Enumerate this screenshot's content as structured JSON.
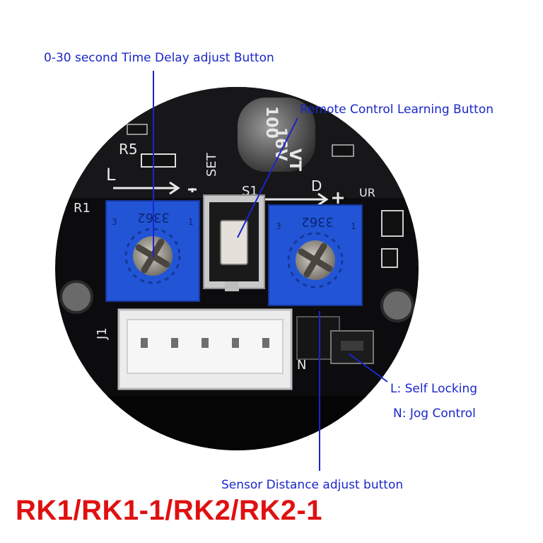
{
  "labels": {
    "time_delay": "0-30 second Time Delay adjust Button",
    "remote_learning": "Remote Control Learning Button",
    "self_locking": "L: Self Locking",
    "jog_control": "N: Jog Control",
    "sensor_distance": "Sensor Distance adjust button"
  },
  "model": "RK1/RK1-1/RK2/RK2-1",
  "board_silkscreen": {
    "capacitor_top": "100",
    "capacitor_mid": "16V",
    "capacitor_bottom": "VT",
    "set": "SET",
    "s1": "S1",
    "r1": "R1",
    "j1": "J1",
    "r5": "R5",
    "ur": "UR",
    "l_mark": "L",
    "d_mark": "D",
    "n_mark": "N",
    "pot_code": "3362",
    "pot_pin3": "3",
    "pot_pin1": "1"
  },
  "colors": {
    "label_blue": "#1a27c9",
    "model_red": "#e01010",
    "pcb_black": "#0c0c0e",
    "pot_blue": "#2255d6",
    "connector_white": "#ececec"
  }
}
